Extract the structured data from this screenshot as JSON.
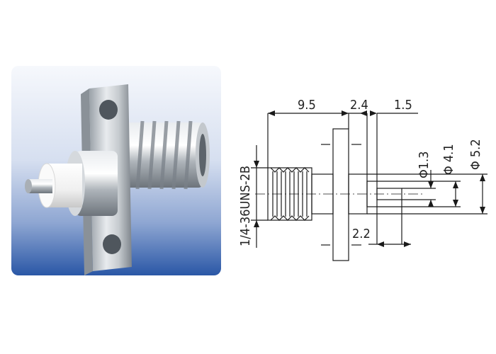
{
  "product_photo": {
    "description_icon": "sma-flange-connector-photo",
    "panel_gradient": [
      "#f4f6fb",
      "#c9d5ea",
      "#2d5aa8"
    ],
    "metal_color": "#b9bec4",
    "insulator_color": "#f3f3f3"
  },
  "drawing": {
    "line_color": "#1a1a1a",
    "dimensions": {
      "length_total": "9.5",
      "flange_thickness": "2.4",
      "pin_protrusion": "1.5",
      "insulator_step": "2.2",
      "pin_dia": "Φ1.3",
      "insulator_dia": "Φ 4.1",
      "body_dia": "Φ 5.2",
      "thread": "1/4-36UNS-2B"
    }
  }
}
